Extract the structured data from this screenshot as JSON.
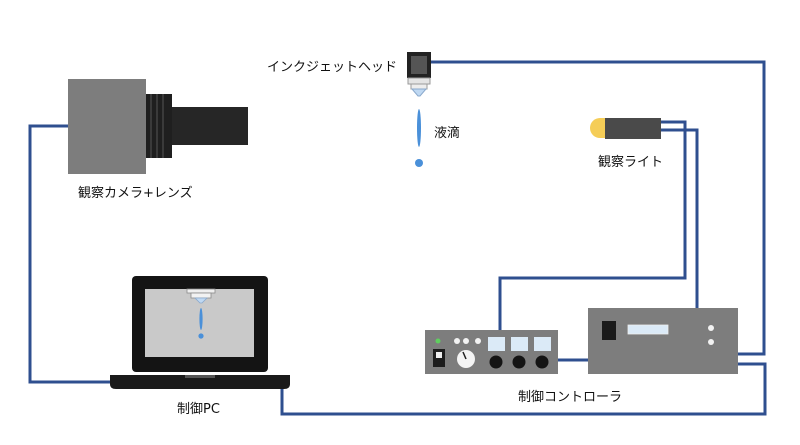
{
  "labels": {
    "inkjet_head": "インクジェットヘッド",
    "droplet": "液滴",
    "camera": "観察カメラ+レンズ",
    "light": "観察ライト",
    "pc": "制御PC",
    "controller": "制御コントローラ"
  },
  "colors": {
    "wire": "#2f4f8f",
    "droplet": "#4a90d9",
    "light_head": "#f5cd57",
    "device_gray": "#7a7a7a",
    "device_dark": "#2b2b2b",
    "screen": "#c9c9c9",
    "display_blue": "#dbeaf7"
  },
  "icons": [
    "camera-icon",
    "inkjet-head-icon",
    "droplet-icon",
    "light-icon",
    "laptop-icon",
    "controller-icon",
    "panel-icon"
  ]
}
